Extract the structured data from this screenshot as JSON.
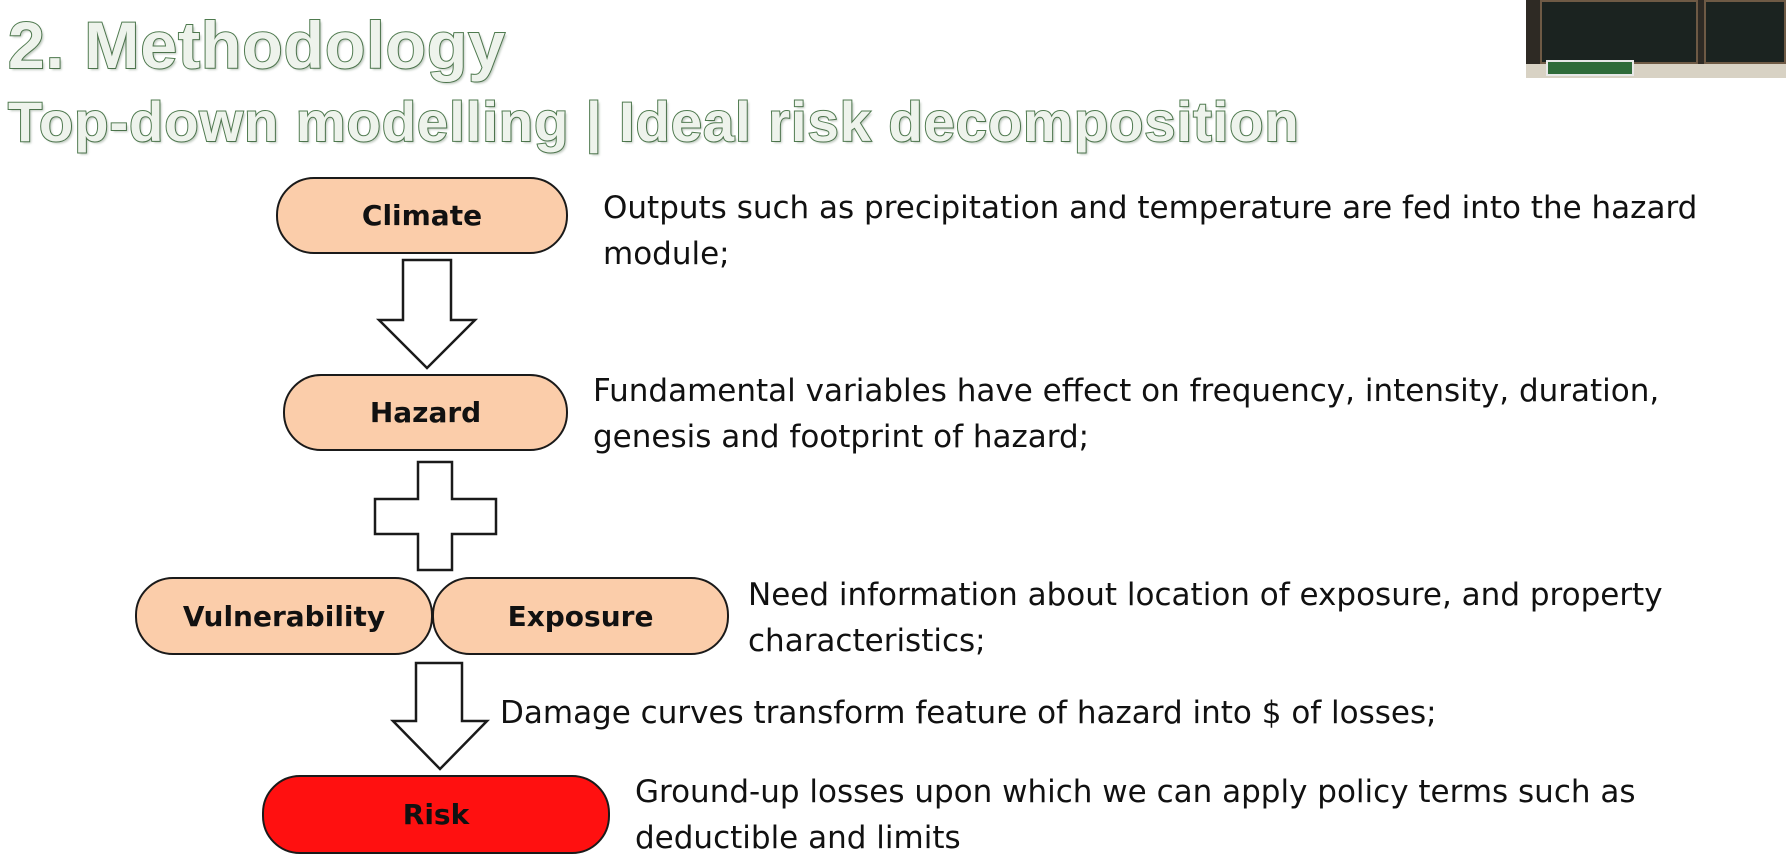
{
  "slide": {
    "title": "2. Methodology",
    "subtitle": "Top-down modelling | Ideal risk decomposition"
  },
  "diagram": {
    "nodes": {
      "climate": "Climate",
      "hazard": "Hazard",
      "vulnerability": "Vulnerability",
      "exposure": "Exposure",
      "risk": "Risk"
    },
    "descriptions": {
      "climate": "Outputs such as precipitation and temperature are fed into the hazard module;",
      "hazard": "Fundamental variables have effect on frequency, intensity, duration, genesis and footprint of hazard;",
      "exposure": "Need information about location of exposure, and property characteristics;",
      "damage": "Damage curves transform feature of hazard into $ of losses;",
      "risk": "Ground-up losses upon which we can apply policy terms such as deductible and limits"
    },
    "colors": {
      "node_fill": "#fbcdaa",
      "risk_fill": "#ff1010",
      "title_outline": "#4f7a4f"
    }
  }
}
